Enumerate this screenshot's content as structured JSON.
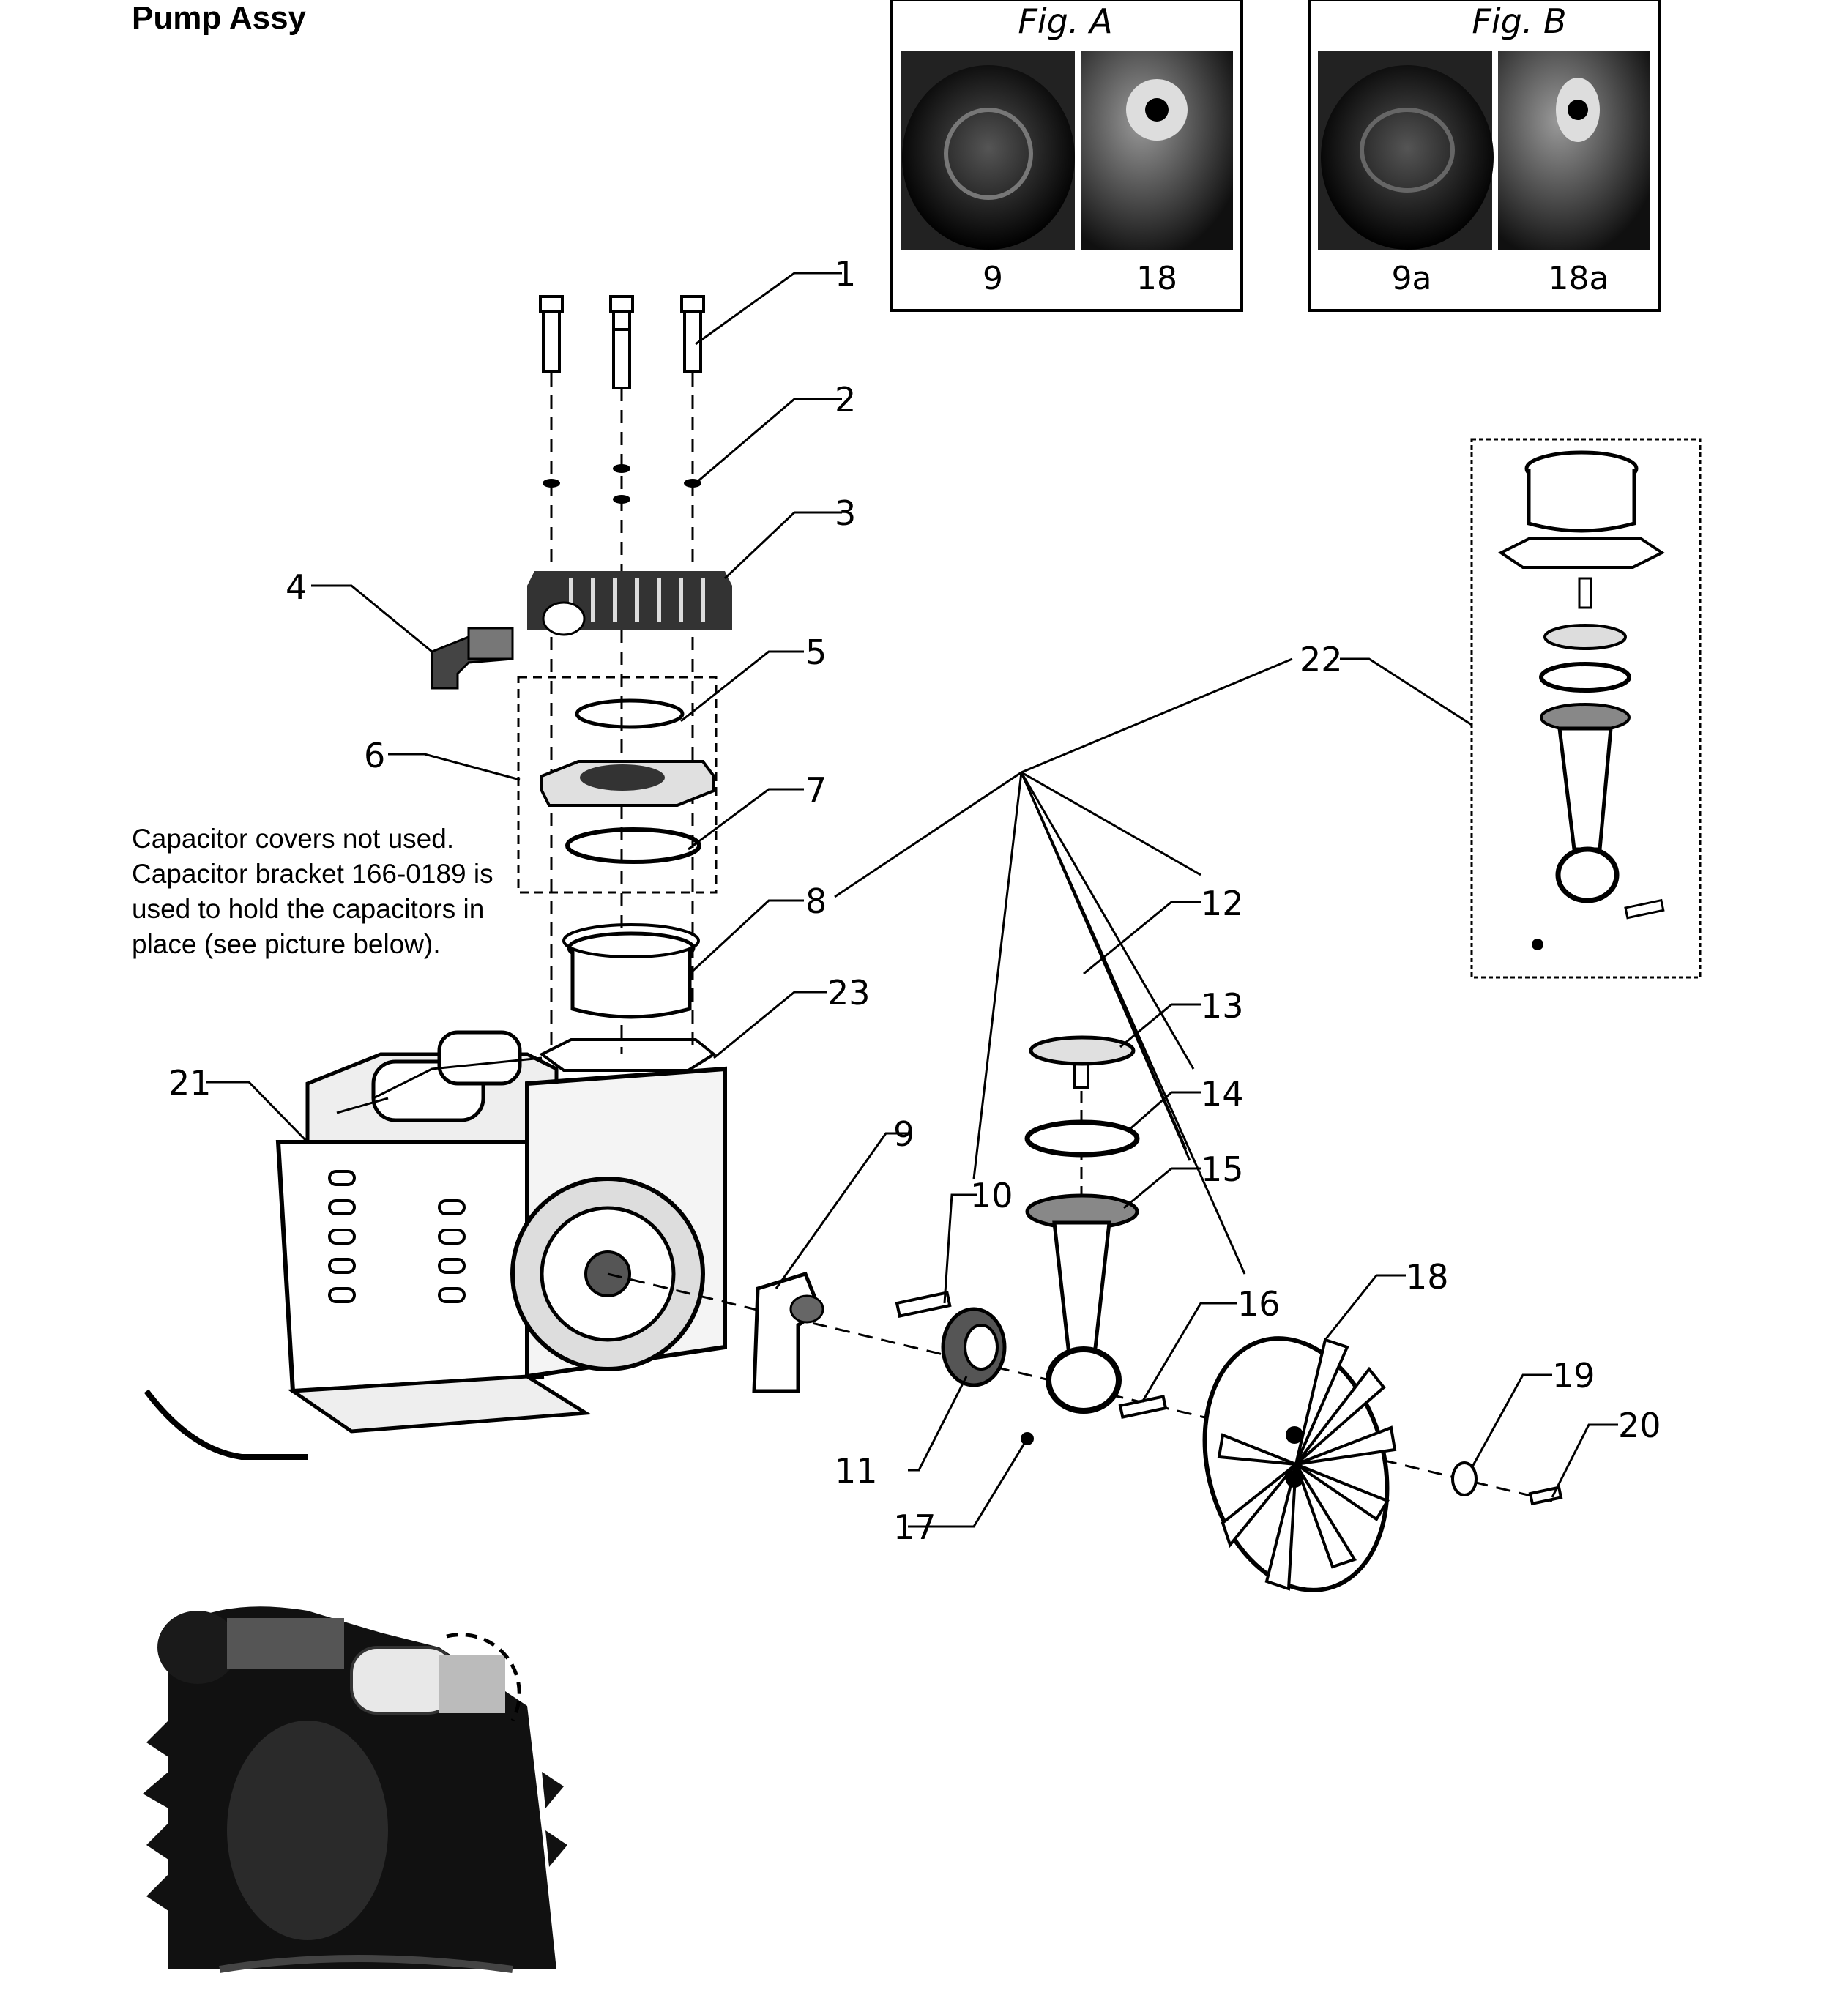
{
  "title": "Pump Assy",
  "note": "Capacitor covers not used. Capacitor bracket 166-0189 is used to hold the capacitors in place (see picture below).",
  "figures": [
    {
      "caption": "Fig. A",
      "labels": [
        "9",
        "18"
      ]
    },
    {
      "caption": "Fig. B",
      "labels": [
        "9a",
        "18a"
      ]
    }
  ],
  "callouts": [
    "1",
    "2",
    "3",
    "4",
    "5",
    "6",
    "7",
    "8",
    "9",
    "10",
    "11",
    "12",
    "13",
    "14",
    "15",
    "16",
    "17",
    "18",
    "19",
    "20",
    "21",
    "22",
    "23"
  ]
}
